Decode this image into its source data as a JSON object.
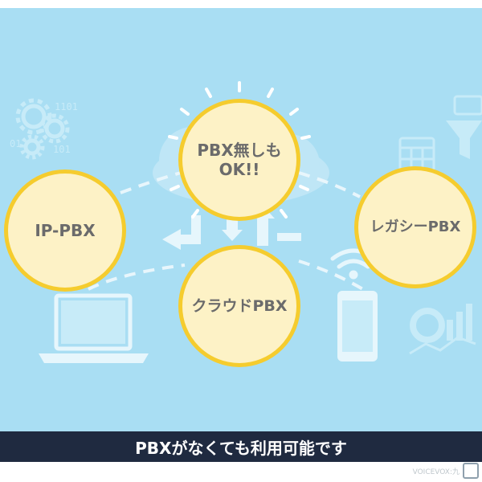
{
  "nodes": {
    "ip_pbx": "IP-PBX",
    "no_pbx": "PBX無しも\nOK!!",
    "cloud_pbx": "クラウドPBX",
    "legacy_pbx": "レガシーPBX"
  },
  "caption": "PBXがなくても利用可能です",
  "decor": {
    "binary_left_1": "1101",
    "binary_left_2": "01",
    "binary_left_3": "101",
    "watermark": "VOICEVOX:九"
  },
  "colors": {
    "background": "#a9def3",
    "node_fill": "#fdf2c6",
    "node_border": "#f5cc2e",
    "node_text": "#6b6b6b",
    "caption_bar": "#1f2a40",
    "icon_light": "#c7ebf8"
  },
  "icons": [
    "gear-icon",
    "cloud-icon",
    "laptop-icon",
    "smartphone-icon",
    "wifi-icon",
    "funnel-icon",
    "calendar-icon",
    "chart-icon",
    "arrow-icon"
  ]
}
